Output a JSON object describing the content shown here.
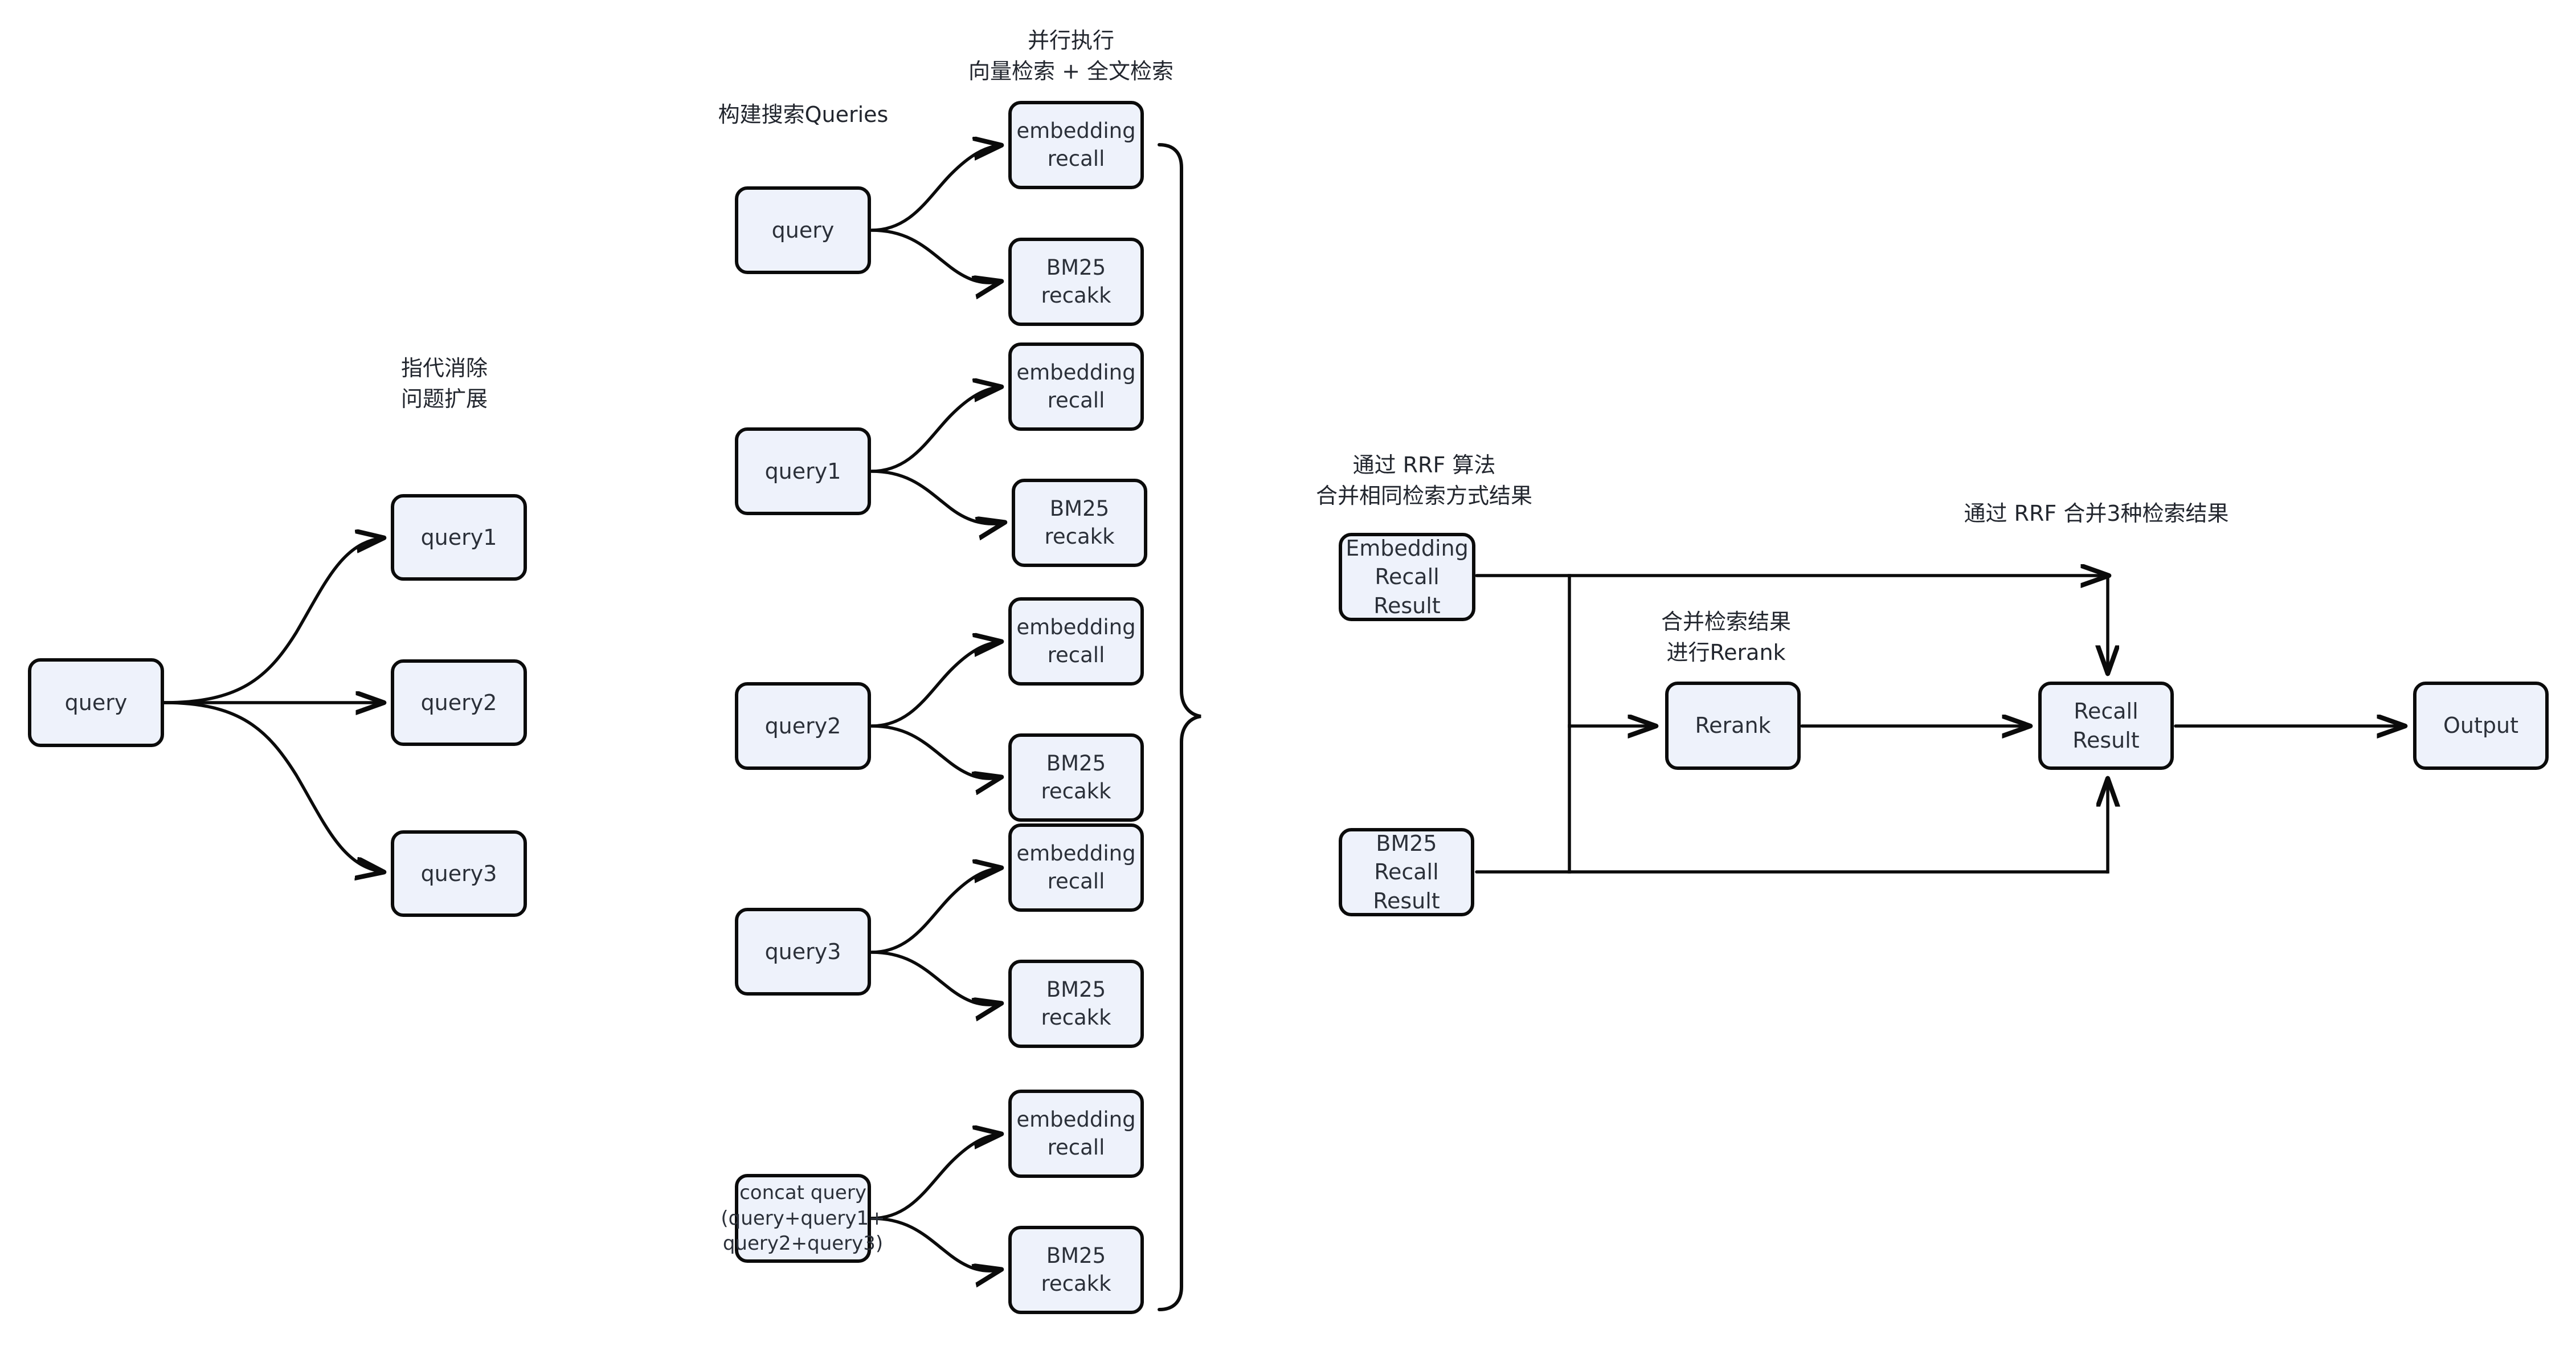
{
  "diagram": {
    "title_present": false,
    "colors": {
      "node_fill": "#eef2fb",
      "node_stroke": "#0b0b0b",
      "edge_stroke": "#0b0b0b",
      "text": "#2b3039",
      "background": "#ffffff"
    },
    "captions": [
      {
        "id": "caption-coref",
        "text": "指代消除\n问题扩展"
      },
      {
        "id": "caption-build-queries",
        "text": "构建搜索Queries"
      },
      {
        "id": "caption-parallel",
        "text": "并行执行\n向量检索 + 全文检索"
      },
      {
        "id": "caption-rrf-same",
        "text": "通过 RRF 算法\n合并相同检索方式结果"
      },
      {
        "id": "caption-merge-rerank",
        "text": "合并检索结果\n进行Rerank"
      },
      {
        "id": "caption-rrf-three",
        "text": "通过 RRF 合并3种检索结果"
      }
    ],
    "stage1": {
      "source": {
        "id": "node-query-source",
        "label": "query"
      },
      "expanded": [
        {
          "id": "node-query1",
          "label": "query1"
        },
        {
          "id": "node-query2",
          "label": "query2"
        },
        {
          "id": "node-query3",
          "label": "query3"
        }
      ]
    },
    "stage2": {
      "groups": [
        {
          "id": "group-query",
          "query": {
            "id": "node-q-query",
            "label": "query"
          },
          "recalls": [
            {
              "id": "node-emb-recall-0",
              "label": "embedding\nrecall"
            },
            {
              "id": "node-bm25-recall-0",
              "label": "BM25\nrecakk"
            }
          ]
        },
        {
          "id": "group-query1",
          "query": {
            "id": "node-q-query1",
            "label": "query1"
          },
          "recalls": [
            {
              "id": "node-emb-recall-1",
              "label": "embedding\nrecall"
            },
            {
              "id": "node-bm25-recall-1",
              "label": "BM25\nrecakk"
            }
          ]
        },
        {
          "id": "group-query2",
          "query": {
            "id": "node-q-query2",
            "label": "query2"
          },
          "recalls": [
            {
              "id": "node-emb-recall-2",
              "label": "embedding\nrecall"
            },
            {
              "id": "node-bm25-recall-2",
              "label": "BM25\nrecakk"
            }
          ]
        },
        {
          "id": "group-query3",
          "query": {
            "id": "node-q-query3",
            "label": "query3"
          },
          "recalls": [
            {
              "id": "node-emb-recall-3",
              "label": "embedding\nrecall"
            },
            {
              "id": "node-bm25-recall-3",
              "label": "BM25\nrecakk"
            }
          ]
        },
        {
          "id": "group-concat",
          "query": {
            "id": "node-q-concat",
            "label": "concat query\n(query+query1+\nquery2+query3)"
          },
          "recalls": [
            {
              "id": "node-emb-recall-4",
              "label": "embedding\nrecall"
            },
            {
              "id": "node-bm25-recall-4",
              "label": "BM25\nrecakk"
            }
          ]
        }
      ]
    },
    "stage3": {
      "embedding_result": {
        "id": "node-embedding-recall-result",
        "label": "Embedding\nRecall\nResult"
      },
      "bm25_result": {
        "id": "node-bm25-recall-result",
        "label": "BM25\nRecall\nResult"
      },
      "rerank": {
        "id": "node-rerank",
        "label": "Rerank"
      },
      "recall_result": {
        "id": "node-recall-result",
        "label": "Recall\nResult"
      },
      "output": {
        "id": "node-output",
        "label": "Output"
      }
    }
  }
}
